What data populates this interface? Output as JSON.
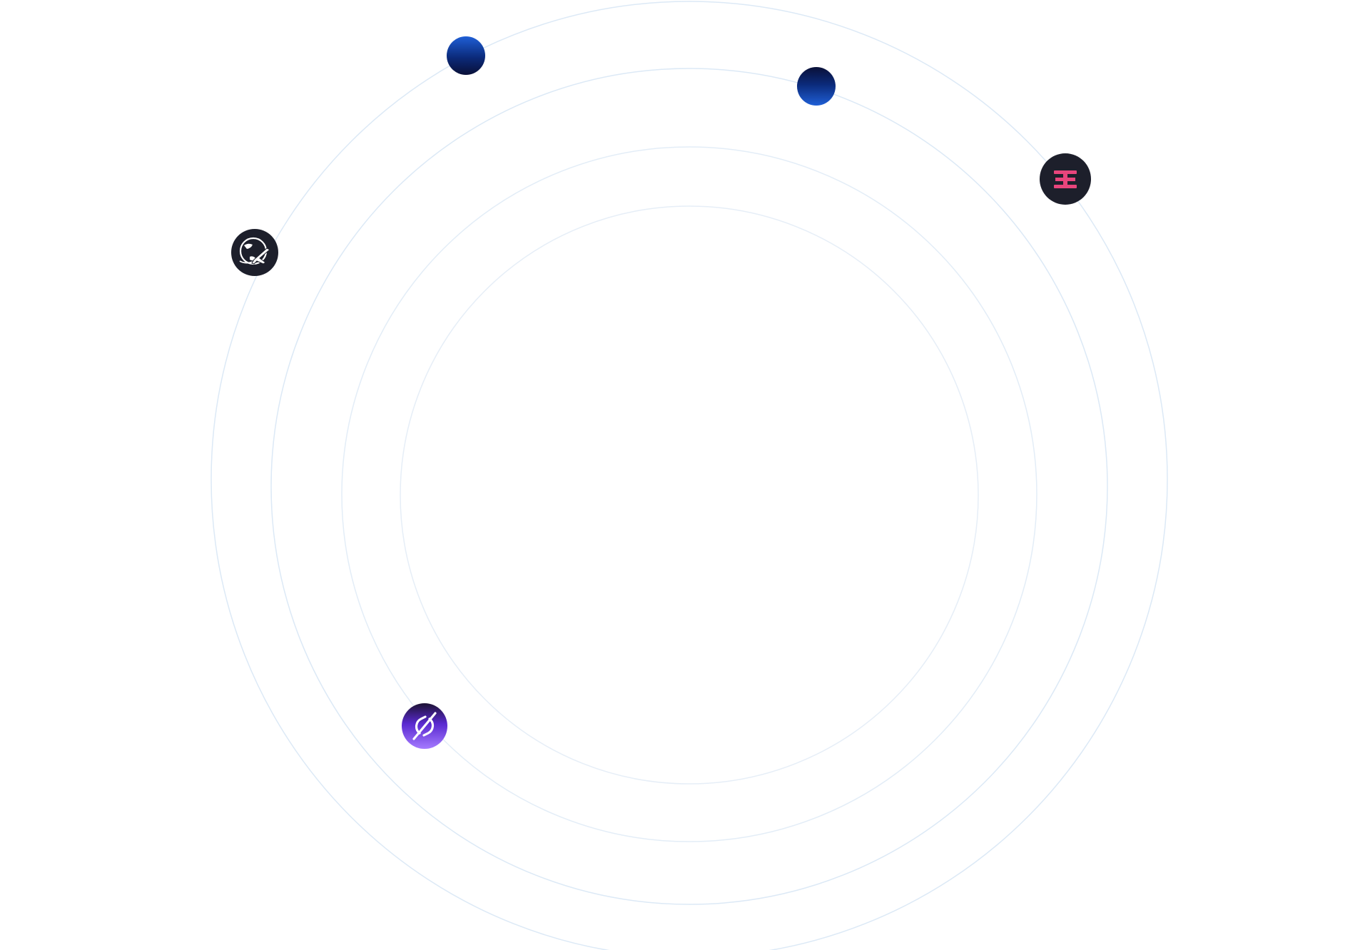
{
  "colors": {
    "background": "#ffffff",
    "orbit_stroke": "#dce9f6",
    "node_dark": "#1d1f2b",
    "accent_pink": "#e8457c",
    "accent_purple_light": "#a57bff",
    "accent_purple_dark": "#4a1fb5",
    "gradient_blue_light": "#1f5fd6",
    "gradient_blue_dark": "#0a1038"
  },
  "orbits": [
    {
      "name": "orbit-ring-outer"
    },
    {
      "name": "orbit-ring-second"
    },
    {
      "name": "orbit-ring-third"
    },
    {
      "name": "orbit-ring-inner"
    }
  ],
  "nodes": [
    {
      "name": "blue-sphere-icon-top-left",
      "icon": "blue-gradient-sphere-icon"
    },
    {
      "name": "blue-sphere-icon-top",
      "icon": "blue-gradient-sphere-icon"
    },
    {
      "name": "h-logo-icon",
      "icon": "pink-h-letter-icon"
    },
    {
      "name": "globe-plane-icon",
      "icon": "globe-with-airplane-icon"
    },
    {
      "name": "sync-logo-icon",
      "icon": "purple-crossed-loop-icon"
    }
  ]
}
